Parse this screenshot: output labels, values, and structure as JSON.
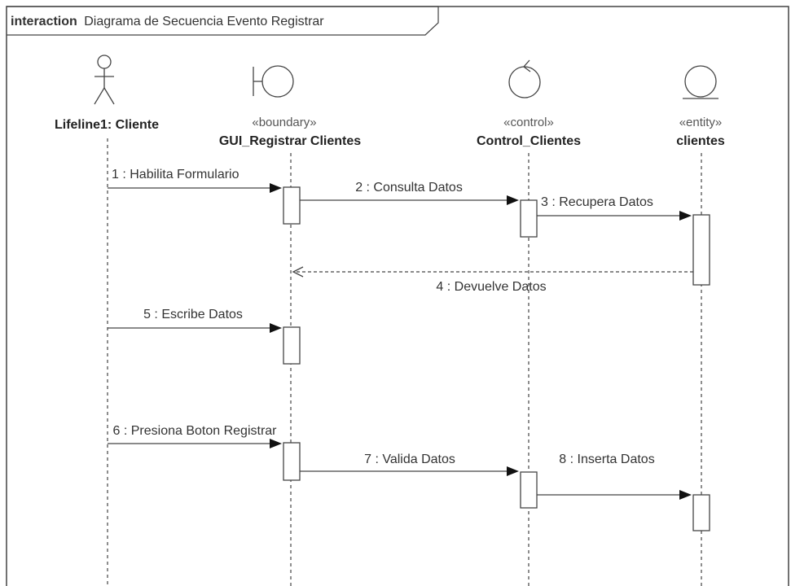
{
  "frame": {
    "keyword": "interaction",
    "title": "Diagrama de Secuencia Evento Registrar"
  },
  "lifelines": [
    {
      "kind": "actor",
      "stereotype": "",
      "name": "Lifeline1: Cliente",
      "icon": "actor-icon"
    },
    {
      "kind": "boundary",
      "stereotype": "«boundary»",
      "name": "GUI_Registrar Clientes",
      "icon": "boundary-icon"
    },
    {
      "kind": "control",
      "stereotype": "«control»",
      "name": "Control_Clientes",
      "icon": "control-icon"
    },
    {
      "kind": "entity",
      "stereotype": "«entity»",
      "name": "clientes",
      "icon": "entity-icon"
    }
  ],
  "messages": [
    {
      "label": "1 : Habilita Formulario",
      "from": 0,
      "to": 1,
      "type": "sync"
    },
    {
      "label": "2 : Consulta Datos",
      "from": 1,
      "to": 2,
      "type": "sync"
    },
    {
      "label": "3 : Recupera Datos",
      "from": 2,
      "to": 3,
      "type": "sync"
    },
    {
      "label": "4 : Devuelve Datos",
      "from": 3,
      "to": 1,
      "type": "return"
    },
    {
      "label": "5 : Escribe Datos",
      "from": 0,
      "to": 1,
      "type": "sync"
    },
    {
      "label": "6 : Presiona Boton Registrar",
      "from": 0,
      "to": 1,
      "type": "sync"
    },
    {
      "label": "7 : Valida Datos",
      "from": 1,
      "to": 2,
      "type": "sync"
    },
    {
      "label": "8 : Inserta Datos",
      "from": 2,
      "to": 3,
      "type": "sync"
    }
  ],
  "colors": {
    "line": "#444444",
    "text": "#333333",
    "activation_fill": "#ffffff"
  }
}
